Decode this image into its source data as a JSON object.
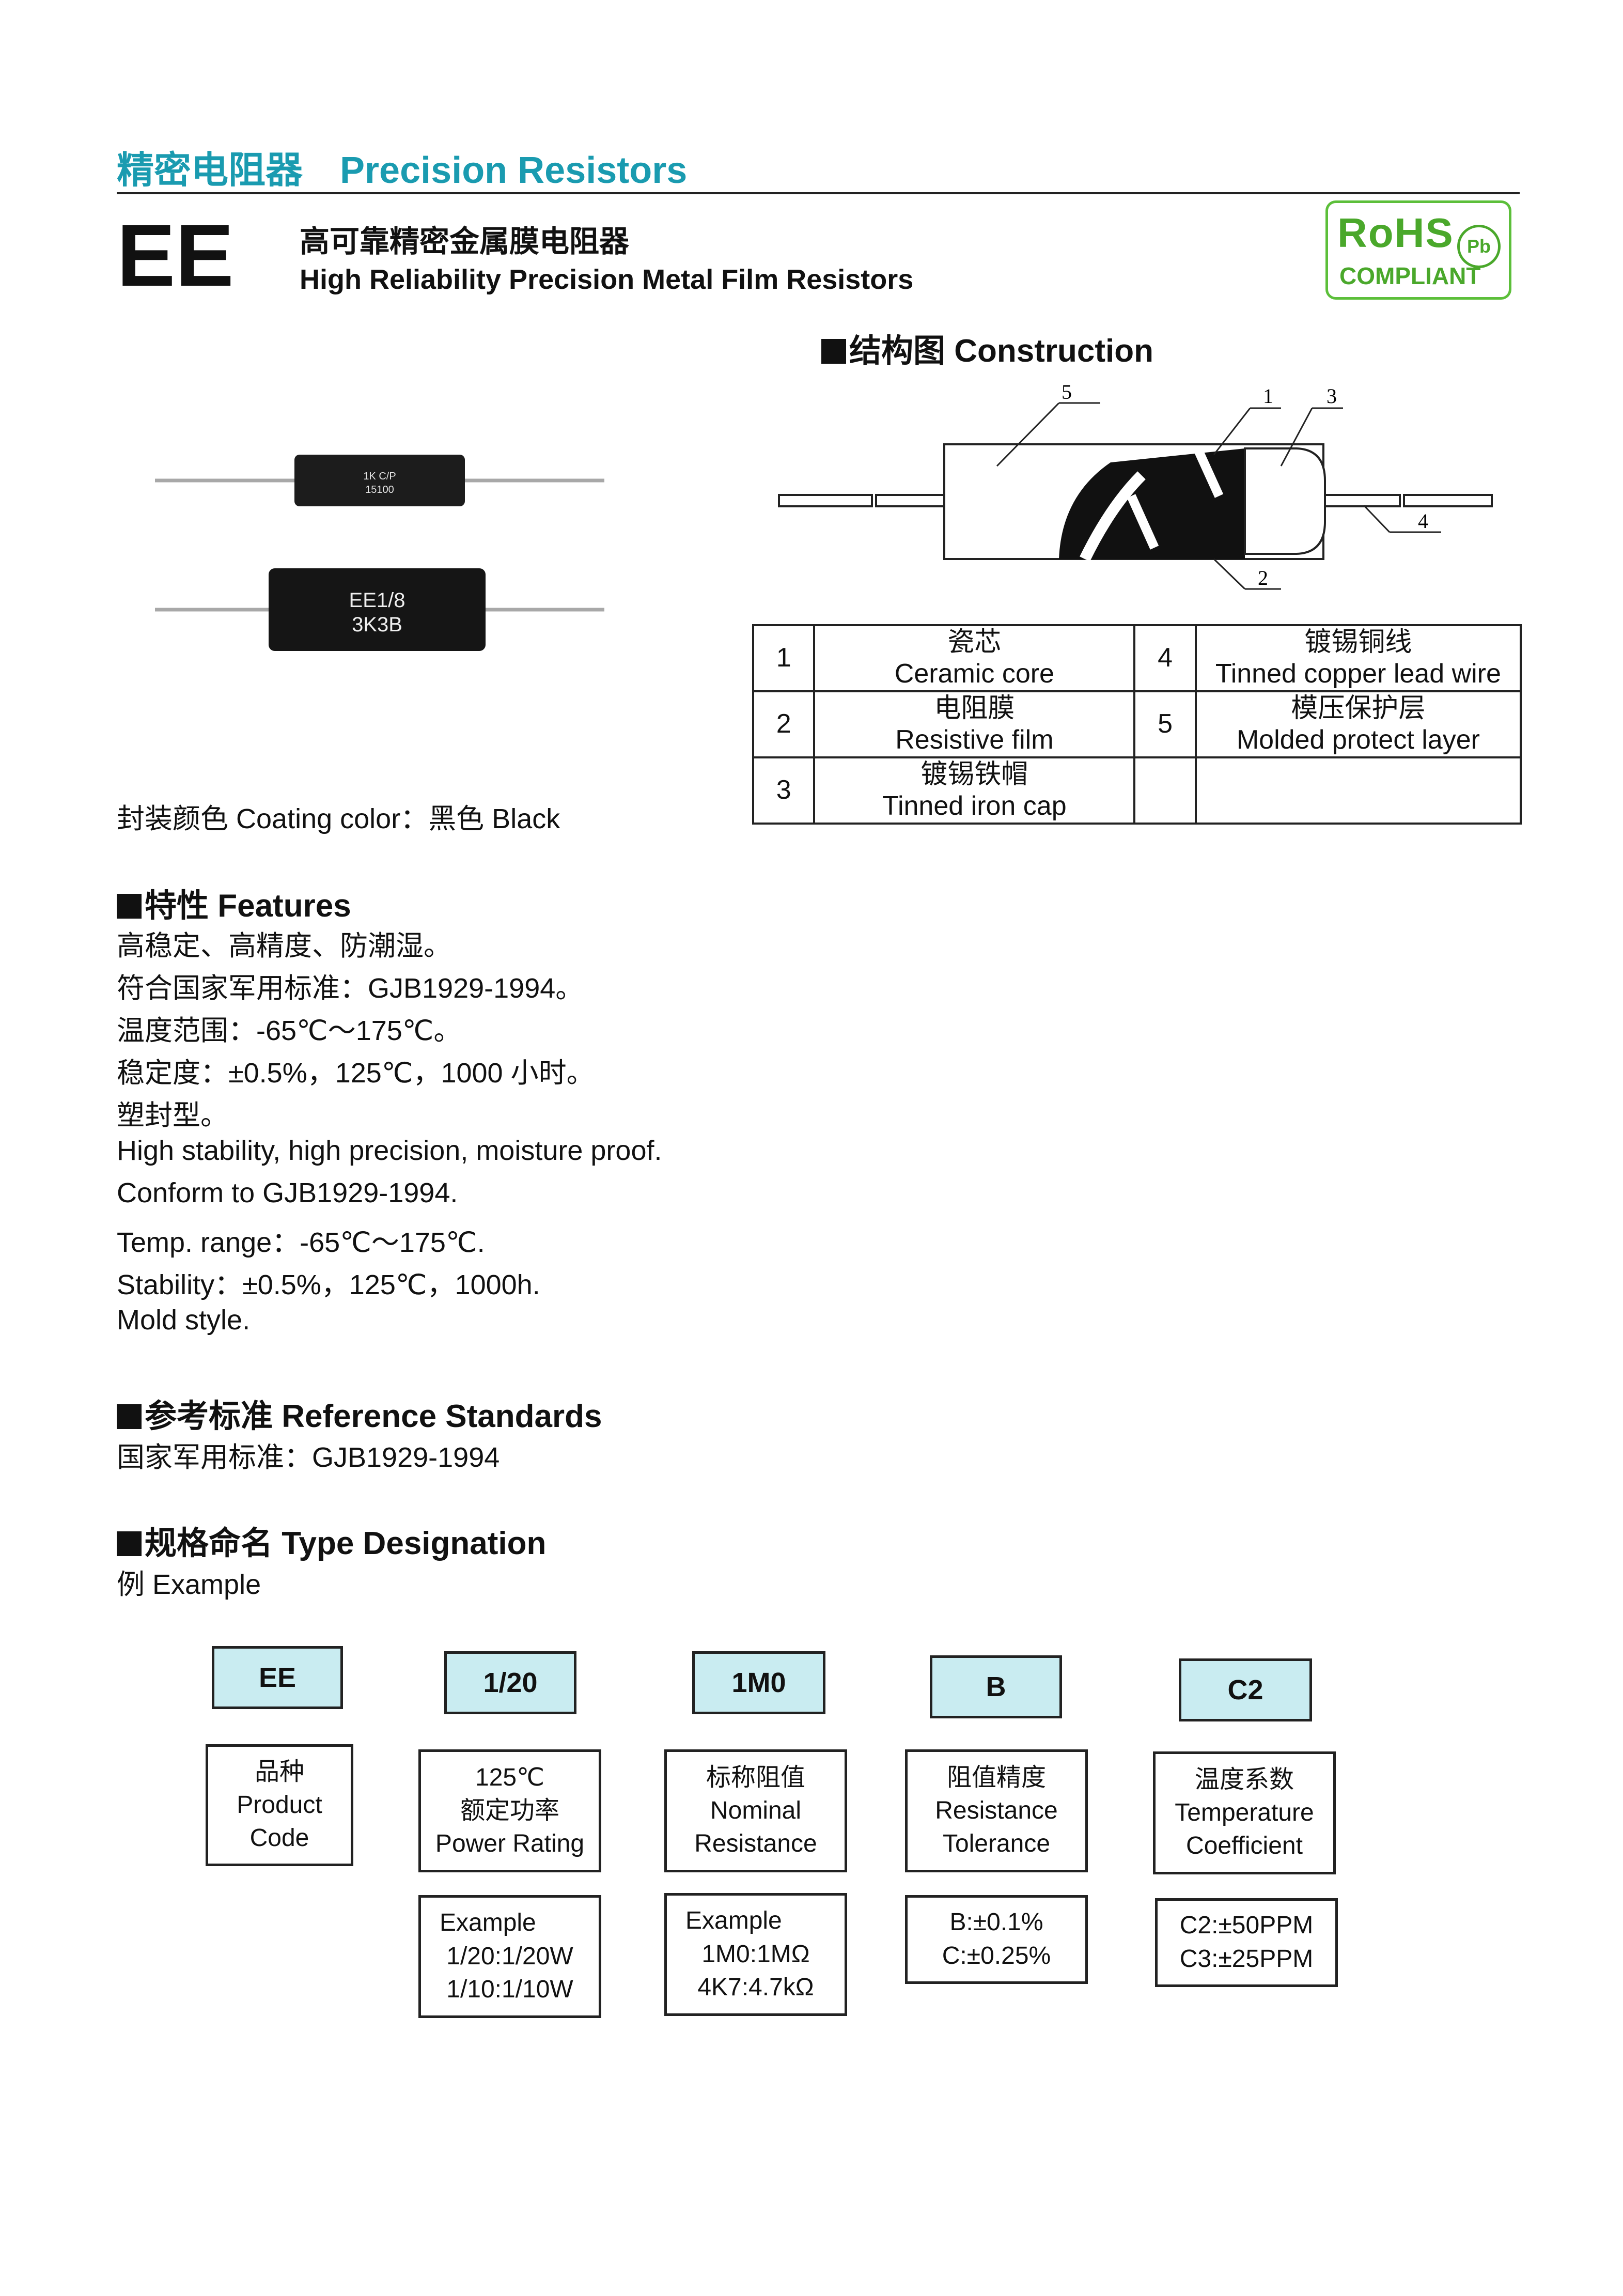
{
  "header": {
    "title_cn": "精密电阻器",
    "title_en": "Precision Resistors"
  },
  "product": {
    "code": "EE",
    "subtitle_cn": "高可靠精密金属膜电阻器",
    "subtitle_en": "High Reliability Precision Metal Film Resistors"
  },
  "rohs": {
    "top": "RoHS",
    "bottom": "COMPLIANT",
    "pb": "Pb"
  },
  "photo": {
    "small_resistor_line1": "1K C/P",
    "small_resistor_line2": "15100",
    "large_resistor_line1": "EE1/8",
    "large_resistor_line2": "3K3B"
  },
  "coating": {
    "label": "封装颜色  Coating color：黑色  Black"
  },
  "construction": {
    "heading": "结构图  Construction",
    "callouts": [
      "5",
      "1",
      "3",
      "4",
      "2"
    ],
    "table": [
      {
        "num_left": "1",
        "cn_left": "瓷芯",
        "en_left": "Ceramic core",
        "num_right": "4",
        "cn_right": "镀锡铜线",
        "en_right": "Tinned copper lead wire"
      },
      {
        "num_left": "2",
        "cn_left": "电阻膜",
        "en_left": "Resistive film",
        "num_right": "5",
        "cn_right": "模压保护层",
        "en_right": "Molded protect layer"
      },
      {
        "num_left": "3",
        "cn_left": "镀锡铁帽",
        "en_left": "Tinned iron cap",
        "num_right": "",
        "cn_right": "",
        "en_right": ""
      }
    ]
  },
  "features": {
    "heading": "特性  Features",
    "lines": [
      "高稳定、高精度、防潮湿。",
      "符合国家军用标准：GJB1929-1994。",
      "温度范围：-65℃～175℃。",
      "稳定度：±0.5%，125℃，1000 小时。",
      "塑封型。",
      "High stability, high precision, moisture proof.",
      "Conform to GJB1929-1994.",
      "Temp. range：-65℃～175℃.",
      "Stability：±0.5%，125℃，1000h.",
      "Mold style."
    ]
  },
  "standards": {
    "heading": "参考标准  Reference Standards",
    "text": "国家军用标准：GJB1929-1994"
  },
  "designation": {
    "heading": "规格命名  Type Designation",
    "example_label": "例  Example",
    "columns": [
      {
        "code": "EE",
        "desc": [
          "品种",
          "Product",
          "Code"
        ],
        "detail": []
      },
      {
        "code": "1/20",
        "desc": [
          "125℃",
          "额定功率",
          "Power Rating"
        ],
        "detail": [
          "Example",
          "1/20:1/20W",
          "1/10:1/10W"
        ]
      },
      {
        "code": "1M0",
        "desc": [
          "标称阻值",
          "Nominal",
          "Resistance"
        ],
        "detail": [
          "Example",
          "1M0:1MΩ",
          "4K7:4.7kΩ"
        ]
      },
      {
        "code": "B",
        "desc": [
          "阻值精度",
          "Resistance",
          "Tolerance"
        ],
        "detail": [
          "B:±0.1%",
          "C:±0.25%"
        ]
      },
      {
        "code": "C2",
        "desc": [
          "温度系数",
          "Temperature",
          "Coefficient"
        ],
        "detail": [
          "C2:±50PPM",
          "C3:±25PPM"
        ]
      }
    ]
  }
}
